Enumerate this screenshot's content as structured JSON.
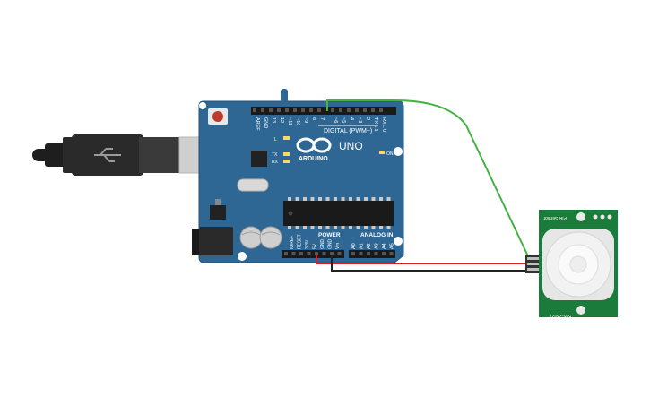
{
  "board": {
    "digital_label": "DIGITAL (PWM~)",
    "brand": "ARDUINO",
    "model": "UNO",
    "power_label": "POWER",
    "analog_label": "ANALOG IN",
    "l_label": "L",
    "tx_label": "TX",
    "rx_label": "RX",
    "on_label": "ON",
    "top_pins": [
      "AREF",
      "GND",
      "13",
      "12",
      "~11",
      "~10",
      "~9",
      "8",
      "7",
      "~6",
      "~5",
      "4",
      "~3",
      "2",
      "TX→1",
      "RX←0"
    ],
    "power_pins": [
      "IOREF",
      "RESET",
      "3.3V",
      "5V",
      "GND",
      "GND",
      "Vin"
    ],
    "analog_pins": [
      "A0",
      "A1",
      "A2",
      "A3",
      "A4",
      "A5"
    ]
  },
  "sensor": {
    "top_text": "PIR Sensor",
    "bottom_text": "555-28027"
  },
  "colors": {
    "board": "#2f6794",
    "sensor_pcb": "#1b7b3a",
    "signal_wire": "#44b244",
    "power_wire": "#d62121",
    "ground_wire": "#222222"
  }
}
